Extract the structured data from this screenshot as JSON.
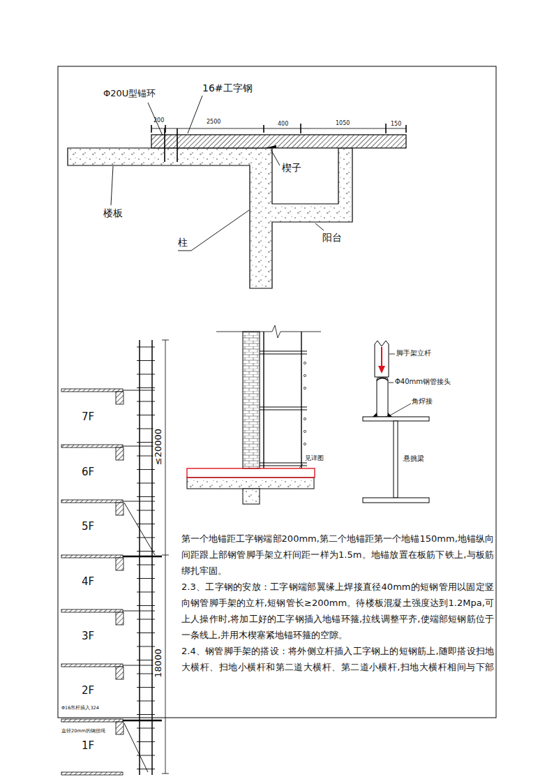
{
  "diagram": {
    "labels": [
      "Φ20U型锚环",
      "16#工字钢",
      "200",
      "2500",
      "400",
      "1050",
      "150",
      "楔子",
      "楼板",
      "柱",
      "阳台",
      "见详图",
      "脚手架立杆",
      "Φ40mm钢管接头",
      "角焊接",
      "悬挑梁",
      "7F",
      "6F",
      "5F",
      "4F",
      "3F",
      "2F",
      "1F",
      "≤20000",
      "18000",
      "Φ16吊杆插入324",
      "直径20mm的钢丝绳",
      "第一个地锚距工字钢端部200mm,第二个地锚距第一个地锚150mm,地锚纵向间距跟上部钢管脚手架立杆间距一样为1.5m。地锚放置在板筋下铁上,与板筋绑扎牢固。",
      "2.3、工字钢的安放：工字钢端部翼缘上焊接直径40mm的短钢管用以固定竖向钢管脚手架的立杆,短钢管长≥200mm。待楼板混凝土强度达到1.2Mpa,可上人操作时,将加工好的工字钢插入地锚环箍,拉线调整平齐,使端部短钢筋位于一条线上,并用木楔塞紧地锚环箍的空隙。",
      "2.4、钢管脚手架的搭设：将外侧立杆插入工字钢上的短钢筋上,随即搭设扫地大横杆、扫地小横杆和第二道大横杆、第二道小横杆,扫地大横杆相间与下部"
    ]
  }
}
